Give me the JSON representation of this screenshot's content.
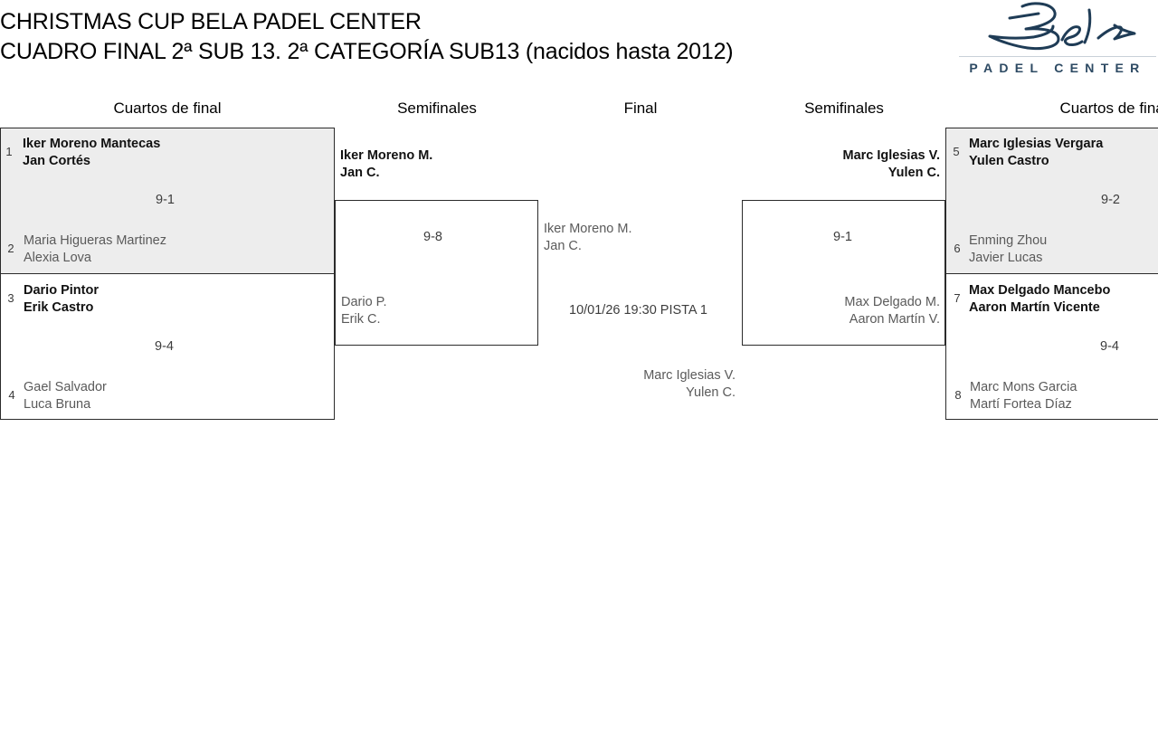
{
  "header": {
    "title_line1": "CHRISTMAS CUP BELA PADEL CENTER",
    "title_line2": "CUADRO FINAL 2ª SUB 13. 2ª CATEGORÍA SUB13 (nacidos hasta 2012)"
  },
  "logo": {
    "mark_name": "bela-signature",
    "wordmark": "PADEL CENTER",
    "color": "#2d4a63"
  },
  "colors": {
    "shaded_box": "#ededed",
    "border": "#2b2b2b",
    "winner_text": "#111111",
    "loser_text": "#5a5a5a"
  },
  "round_headers": [
    {
      "id": "qf-left",
      "label": "Cuartos de final"
    },
    {
      "id": "sf-left",
      "label": "Semifinales"
    },
    {
      "id": "final",
      "label": "Final"
    },
    {
      "id": "sf-right",
      "label": "Semifinales"
    },
    {
      "id": "qf-right",
      "label": "Cuartos de final"
    }
  ],
  "quarterfinals_left": [
    {
      "score": "9-1",
      "top": {
        "seed": "1",
        "p1": "Iker Moreno Mantecas",
        "p2": "Jan Cortés",
        "result": "winner"
      },
      "bottom": {
        "seed": "2",
        "p1": "Maria Higueras Martinez",
        "p2": "Alexia Lova",
        "result": "loser"
      }
    },
    {
      "score": "9-4",
      "top": {
        "seed": "3",
        "p1": "Dario Pintor",
        "p2": "Erik Castro",
        "result": "winner"
      },
      "bottom": {
        "seed": "4",
        "p1": "Gael Salvador",
        "p2": "Luca Bruna",
        "result": "loser"
      }
    }
  ],
  "semifinal_left": {
    "score": "9-8",
    "top": {
      "p1": "Iker Moreno M.",
      "p2": "Jan C.",
      "result": "winner"
    },
    "bottom": {
      "p1": "Dario P.",
      "p2": "Erik C.",
      "result": "loser"
    }
  },
  "final": {
    "schedule": "10/01/26 19:30 PISTA 1",
    "top": {
      "p1": "Iker Moreno M.",
      "p2": "Jan C.",
      "result": "pending"
    },
    "bottom": {
      "p1": "Marc Iglesias V.",
      "p2": "Yulen C.",
      "result": "pending"
    }
  },
  "semifinal_right": {
    "score": "9-1",
    "top": {
      "p1": "Marc Iglesias V.",
      "p2": "Yulen C.",
      "result": "winner"
    },
    "bottom": {
      "p1": "Max Delgado M.",
      "p2": "Aaron Martín V.",
      "result": "loser"
    }
  },
  "quarterfinals_right": [
    {
      "score": "9-2",
      "top": {
        "seed": "5",
        "p1": "Marc Iglesias Vergara",
        "p2": "Yulen Castro",
        "result": "winner"
      },
      "bottom": {
        "seed": "6",
        "p1": "Enming Zhou",
        "p2": "Javier Lucas",
        "result": "loser"
      }
    },
    {
      "score": "9-4",
      "top": {
        "seed": "7",
        "p1": "Max Delgado Mancebo",
        "p2": "Aaron Martín Vicente",
        "result": "winner"
      },
      "bottom": {
        "seed": "8",
        "p1": "Marc Mons Garcia",
        "p2": "Martí Fortea Díaz",
        "result": "loser"
      }
    }
  ]
}
